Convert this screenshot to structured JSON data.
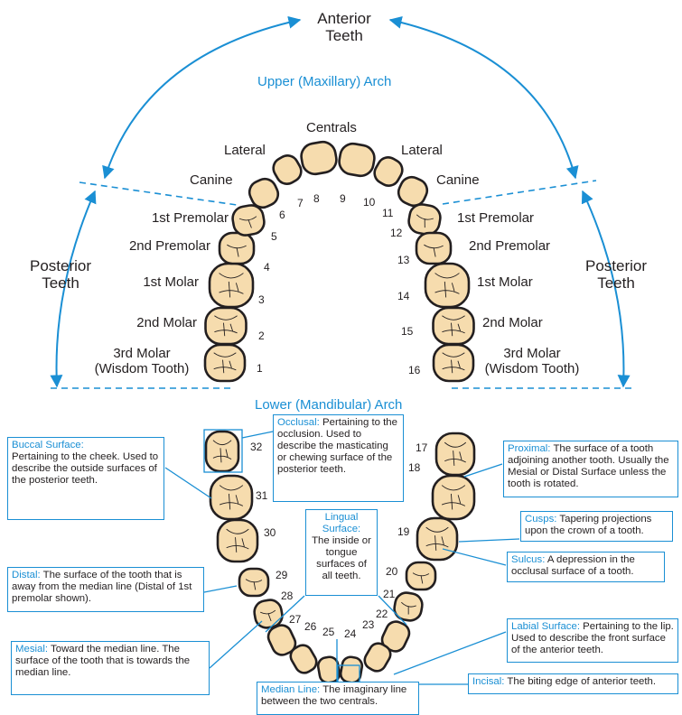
{
  "colors": {
    "accent": "#1a8fd4",
    "tooth_fill": "#f6dcae",
    "tooth_stroke": "#231f20"
  },
  "headings": {
    "anterior": [
      "Anterior",
      "Teeth"
    ],
    "posterior_left": [
      "Posterior",
      "Teeth"
    ],
    "posterior_right": [
      "Posterior",
      "Teeth"
    ],
    "upper_arch": "Upper (Maxillary) Arch",
    "lower_arch": "Lower (Mandibular) Arch"
  },
  "upper_labels": {
    "centrals": "Centrals",
    "lateral": "Lateral",
    "canine": "Canine",
    "premolar1": "1st Premolar",
    "premolar2": "2nd Premolar",
    "molar1": "1st Molar",
    "molar2": "2nd Molar",
    "molar3": [
      "3rd Molar",
      "(Wisdom Tooth)"
    ]
  },
  "upper_numbers": [
    "1",
    "2",
    "3",
    "4",
    "5",
    "6",
    "7",
    "8",
    "9",
    "10",
    "11",
    "12",
    "13",
    "14",
    "15",
    "16"
  ],
  "lower_numbers": [
    "17",
    "18",
    "19",
    "20",
    "21",
    "22",
    "23",
    "24",
    "25",
    "26",
    "27",
    "28",
    "29",
    "30",
    "31",
    "32"
  ],
  "definitions": {
    "buccal": {
      "term": "Buccal Surface:",
      "text": "Pertaining to the cheek. Used to describe the outside surfaces of the posterior teeth."
    },
    "occlusal": {
      "term": "Occlusal:",
      "text": " Pertaining to the occlusion. Used to describe the masticating or chewing surface of the posterior teeth."
    },
    "lingual": {
      "term": "Lingual Surface:",
      "text": "The inside or tongue surfaces of all teeth."
    },
    "proximal": {
      "term": "Proximal:",
      "text": " The surface of a tooth adjoining another tooth. Usually the Mesial or Distal Surface unless the tooth is rotated."
    },
    "cusps": {
      "term": "Cusps:",
      "text": " Tapering projections upon the crown of a tooth."
    },
    "sulcus": {
      "term": "Sulcus:",
      "text": " A depression in the occlusal surface of a tooth."
    },
    "distal": {
      "term": "Distal:",
      "text": " The surface of the tooth that is away from the median line (Distal of 1st premolar shown)."
    },
    "labial": {
      "term": "Labial Surface:",
      "text": " Pertaining to the lip. Used to describe the front surface of the anterior teeth."
    },
    "mesial": {
      "term": "Mesial:",
      "text": " Toward the median line. The surface of the tooth that is towards the median line."
    },
    "incisal": {
      "term": "Incisal:",
      "text": " The biting edge of anterior teeth."
    },
    "median": {
      "term": "Median Line:",
      "text": " The imaginary line between the two centrals."
    }
  }
}
